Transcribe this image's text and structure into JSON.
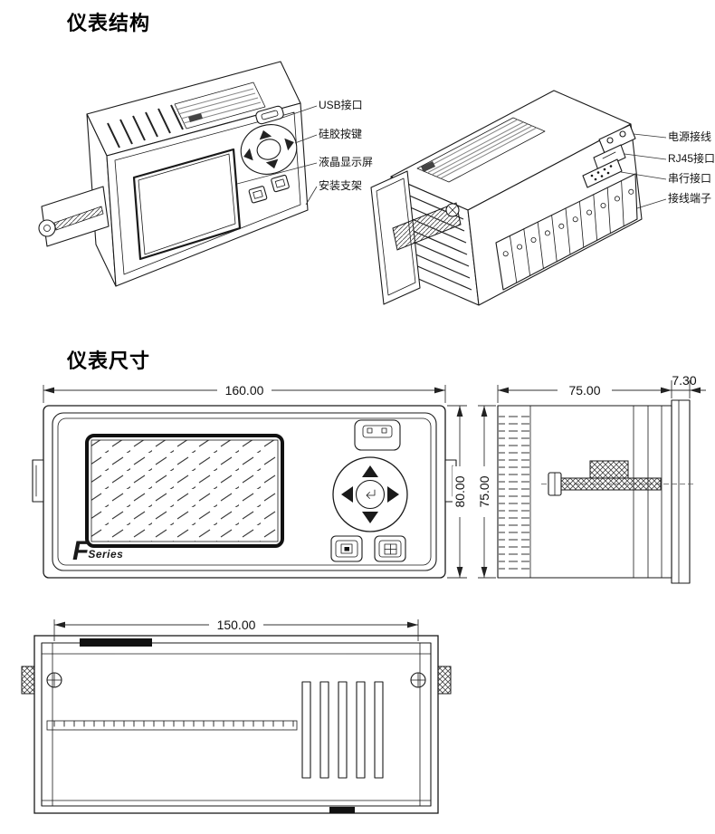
{
  "titles": {
    "structure": "仪表结构",
    "dimensions": "仪表尺寸"
  },
  "structure_callouts": {
    "left": [
      {
        "label": "USB接口"
      },
      {
        "label": "硅胶按键"
      },
      {
        "label": "液晶显示屏"
      },
      {
        "label": "安装支架"
      }
    ],
    "right": [
      {
        "label": "电源接线"
      },
      {
        "label": "RJ45接口"
      },
      {
        "label": "串行接口"
      },
      {
        "label": "接线端子"
      }
    ]
  },
  "front_view": {
    "width_dim": "160.00",
    "height_dim": "80.00",
    "brand_f": "F",
    "brand_series": "Series"
  },
  "side_view": {
    "depth_dim": "75.00",
    "flange_dim": "7.30",
    "height_dim": "75.00"
  },
  "bottom_view": {
    "width_dim": "150.00"
  },
  "palette": {
    "line": "#1a1a1a",
    "background": "#ffffff"
  }
}
